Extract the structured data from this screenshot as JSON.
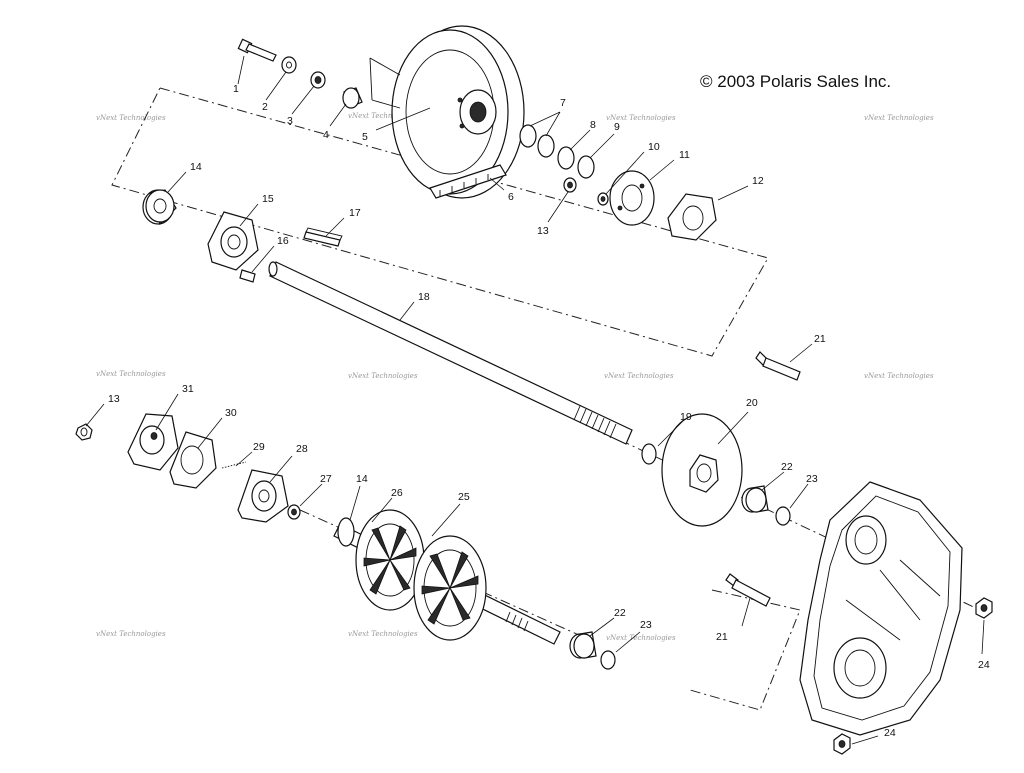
{
  "copyright": "© 2003 Polaris Sales Inc.",
  "callouts": [
    "1",
    "2",
    "3",
    "4",
    "5",
    "6",
    "7",
    "8",
    "9",
    "10",
    "11",
    "12",
    "13",
    "14",
    "15",
    "16",
    "17",
    "18",
    "13",
    "31",
    "30",
    "29",
    "28",
    "27",
    "14",
    "26",
    "25",
    "19",
    "20",
    "22",
    "23",
    "21",
    "21",
    "22",
    "23",
    "24",
    "24"
  ],
  "watermarks": [
    "vNext Technologies",
    "vNext Technologies",
    "vNext Technologies",
    "vNext Technologies",
    "vNext Technologies",
    "vNext Technologies",
    "vNext Technologies",
    "vNext Technologies",
    "vNext Technologies",
    "vNext Technologies",
    "vNext Technologies",
    "vNext Technologies"
  ]
}
